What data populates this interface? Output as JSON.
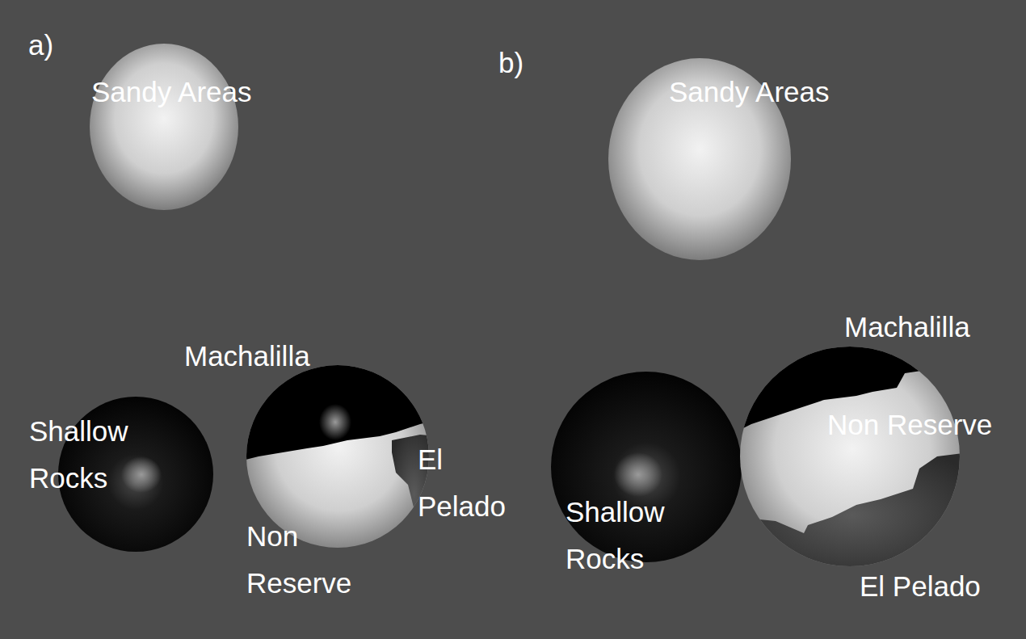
{
  "diagram": {
    "labels": [
      "a)",
      "Sandy Areas",
      "Machalilla",
      "Shallow Rocks",
      "El Pelado",
      "Non Reserve",
      "b)",
      "Sandy Areas",
      "Machalilla",
      "Non Reserve",
      "Shallow Rocks",
      "El Pelado"
    ]
  }
}
